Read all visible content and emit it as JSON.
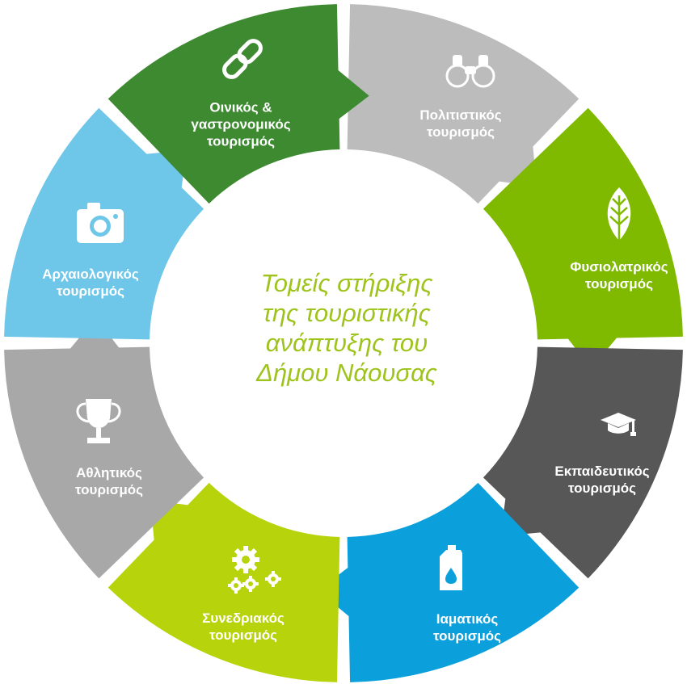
{
  "center_title": [
    "Τομείς στήριξης",
    "της τουριστικής",
    "ανάπτυξης του",
    "Δήμου Νάουσας"
  ],
  "segments": [
    {
      "id": "cultural",
      "lines": [
        "Πολιτιστικός",
        "τουρισμός"
      ],
      "color": "#bcbcbc",
      "icon": "binoculars-icon"
    },
    {
      "id": "nature",
      "lines": [
        "Φυσιολατρικός",
        "τουρισμός"
      ],
      "color": "#7fba00",
      "icon": "leaf-icon"
    },
    {
      "id": "educational",
      "lines": [
        "Εκπαιδευτικός",
        "τουρισμός"
      ],
      "color": "#575757",
      "icon": "graduation-cap-icon"
    },
    {
      "id": "spa",
      "lines": [
        "Ιαματικός",
        "τουρισμός"
      ],
      "color": "#0ba0dc",
      "icon": "canister-icon"
    },
    {
      "id": "conference",
      "lines": [
        "Συνεδριακός",
        "τουρισμός"
      ],
      "color": "#b7d30b",
      "icon": "gears-icon"
    },
    {
      "id": "sports",
      "lines": [
        "Αθλητικός",
        "τουρισμός"
      ],
      "color": "#a8a8a8",
      "icon": "trophy-icon"
    },
    {
      "id": "archaeological",
      "lines": [
        "Αρχαιολογικός",
        "τουρισμός"
      ],
      "color": "#6ec6e8",
      "icon": "camera-icon"
    },
    {
      "id": "wine",
      "lines": [
        "Οινικός &",
        "γαστρονομικός",
        "τουρισμός"
      ],
      "color": "#3d8a31",
      "icon": "chain-link-icon"
    }
  ]
}
